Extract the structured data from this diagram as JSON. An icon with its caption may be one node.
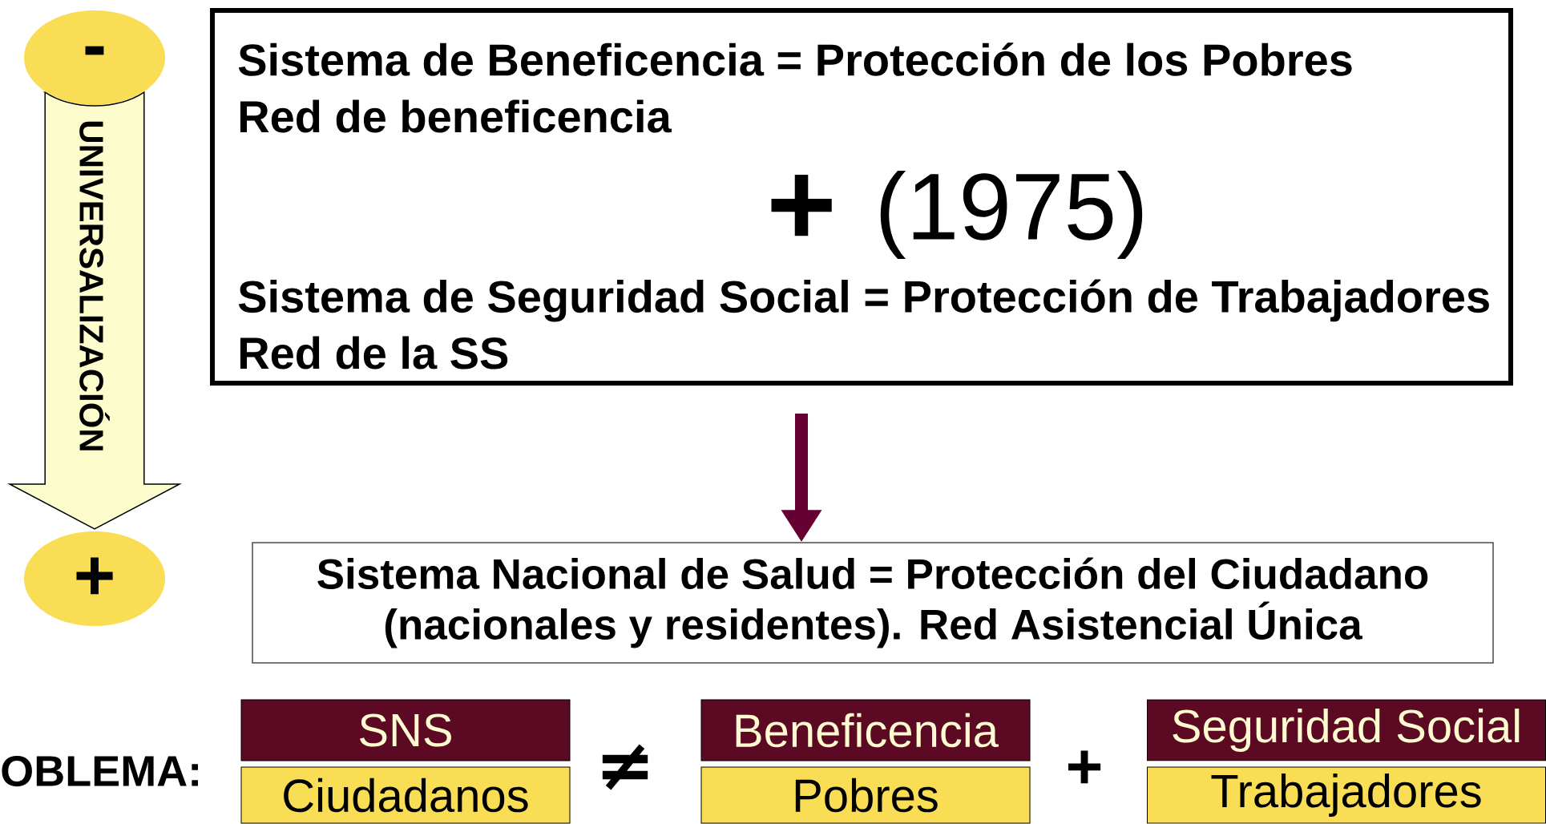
{
  "diagram": {
    "nodes": [
      {
        "text": [
          "-"
        ]
      },
      {
        "text": [
          "+"
        ]
      },
      {
        "text": [
          "Sistema de Beneficencia = Protección de los Pobres",
          "Red de beneficencia",
          "+",
          "(1975)",
          "Sistema de Seguridad Social = Protección de Trabajadores",
          "Red de la SS"
        ]
      },
      {
        "text": [
          "Sistema Nacional de Salud = Protección del Ciudadano (nacionales y residentes). Red Asistencial Única"
        ]
      },
      {
        "text": [
          "SNS"
        ]
      },
      {
        "text": [
          "Ciudadanos"
        ]
      },
      {
        "text": [
          "Beneficencia"
        ]
      },
      {
        "text": [
          "Pobres"
        ]
      },
      {
        "text": [
          "Seguridad Social"
        ]
      },
      {
        "text": [
          "Trabajadores"
        ]
      }
    ],
    "edges": [
      {
        "from": 0,
        "to": 1,
        "arrow": "to",
        "label": "UNIVERSALIZACIÓN"
      },
      {
        "from": 2,
        "to": 3,
        "arrow": "to",
        "color": "#660033"
      }
    ],
    "labels": [
      "OBLEMA:",
      "≠",
      "+"
    ]
  }
}
